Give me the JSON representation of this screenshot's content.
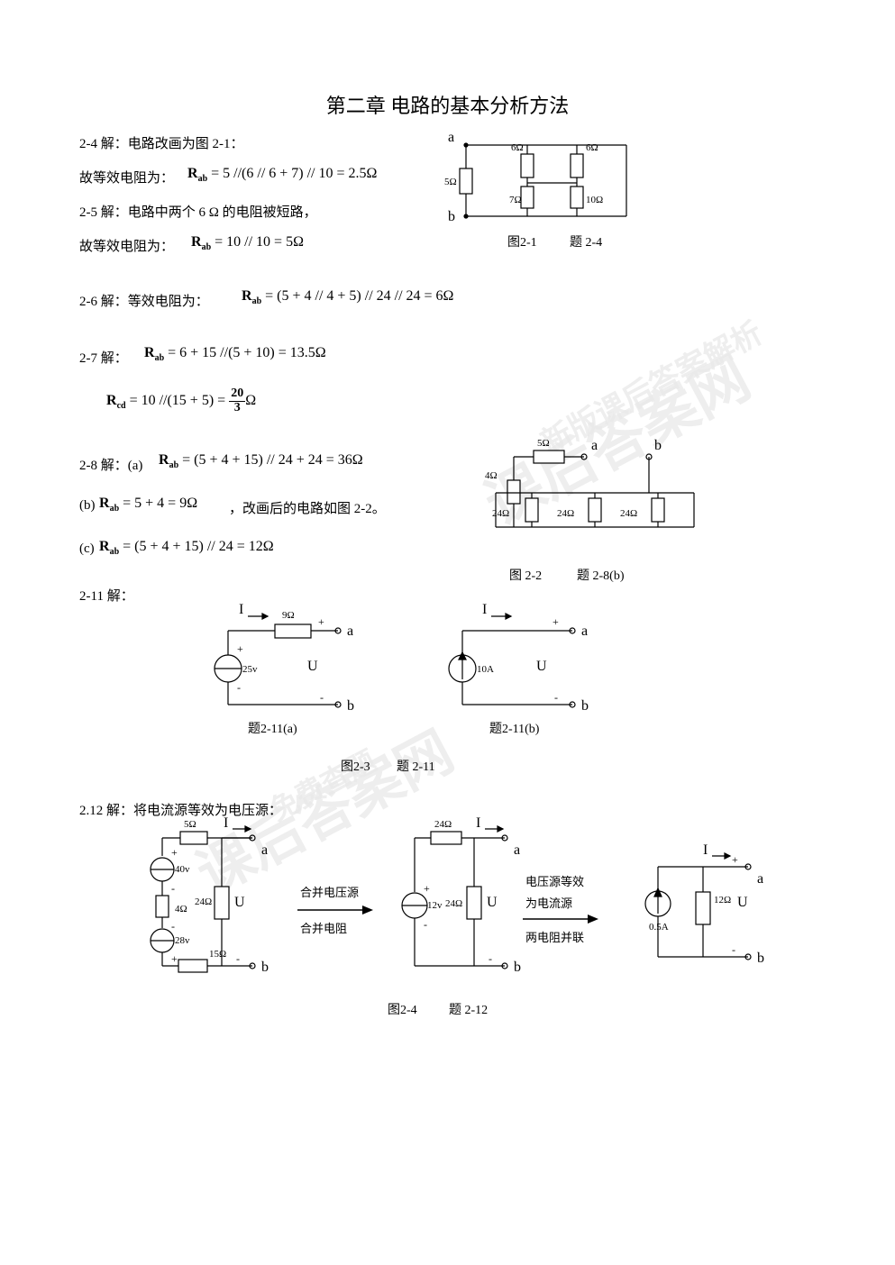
{
  "document": {
    "title": "第二章  电路的基本分析方法",
    "watermarks": [
      "课后答案网",
      "免费查题",
      "新版课后答案解析"
    ]
  },
  "lines": {
    "l24": "2-4 解：电路改画为图 2-1：",
    "l24b_pre": "故等效电阻为：",
    "l24b_math": "R<sub>ab</sub> = 5 //(6 // 6 + 7) // 10 = 2.5Ω",
    "l25": "2-5 解：电路中两个 6 Ω 的电阻被短路，",
    "l25b_pre": "故等效电阻为：",
    "l25b_math": "R<sub>ab</sub> = 10 // 10 = 5Ω",
    "l26_pre": "2-6 解：等效电阻为：",
    "l26_math": "R<sub>ab</sub> = (5 + 4 // 4 + 5) // 24 // 24 = 6Ω",
    "l27_pre": "2-7 解：",
    "l27_math": "R<sub>ab</sub> = 6 + 15 //(5 + 10) = 13.5Ω",
    "l27b_math_pre": "R<sub>cd</sub> = 10 //(15 + 5) =",
    "l27b_num": "20",
    "l27b_den": "3",
    "l27b_unit": "Ω",
    "l28_pre": "2-8 解：(a)",
    "l28_math": "R<sub>ab</sub> = (5 + 4 + 15) // 24 + 24 = 36Ω",
    "l28b_pre": "(b)",
    "l28b_math": "R<sub>ab</sub> = 5 + 4 = 9Ω",
    "l28b_post": "，改画后的电路如图 2-2。",
    "l28c_pre": "(c)",
    "l28c_math": "R<sub>ab</sub> = (5 + 4 + 15) // 24 = 12Ω",
    "l211": "2-11 解：",
    "l212": "2.12 解：将电流源等效为电压源："
  },
  "figures": {
    "fig1": {
      "caption_num": "图2-1",
      "caption_prob": "题 2-4",
      "nodes": {
        "a": "a",
        "b": "b"
      },
      "resistors": [
        "5Ω",
        "6Ω",
        "6Ω",
        "7Ω",
        "10Ω"
      ]
    },
    "fig2": {
      "caption_num": "图 2-2",
      "caption_prob": "题 2-8(b)",
      "nodes": {
        "a": "a",
        "b": "b"
      },
      "resistors": [
        "5Ω",
        "4Ω",
        "24Ω",
        "24Ω",
        "24Ω"
      ]
    },
    "fig3": {
      "caption_num": "图2-3",
      "caption_prob": "题 2-11",
      "sub_a": "题2-11(a)",
      "sub_b": "题2-11(b)",
      "a_labels": {
        "I": "I",
        "R": "9Ω",
        "src": "25v",
        "plus": "+",
        "minus": "-",
        "Uplus": "+",
        "Uminus": "-",
        "U": "U",
        "a": "a",
        "b": "b"
      },
      "b_labels": {
        "I": "I",
        "src": "10A",
        "Uplus": "+",
        "Uminus": "-",
        "U": "U",
        "a": "a",
        "b": "b"
      }
    },
    "fig4": {
      "caption_num": "图2-4",
      "caption_prob": "题 2-12",
      "step1": {
        "R1": "5Ω",
        "V1": "40v",
        "R2": "4Ω",
        "V2": "28v",
        "R3": "15Ω",
        "RL": "24Ω",
        "I": "I",
        "U": "U",
        "a": "a",
        "b": "b",
        "p1": "+",
        "m1": "-",
        "p2": "+",
        "m2": "-"
      },
      "arrow1_top": "合并电压源",
      "arrow1_bottom": "合并电阻",
      "step2": {
        "R": "24Ω",
        "V": "12v",
        "RL": "24Ω",
        "I": "I",
        "U": "U",
        "a": "a",
        "b": "b",
        "p": "+",
        "m": "-"
      },
      "arrow2_l1": "电压源等效",
      "arrow2_l2": "为电流源",
      "arrow2_l3": "两电阻并联",
      "step3": {
        "Is": "0.5A",
        "R": "12Ω",
        "I": "I",
        "U": "U",
        "a": "a",
        "b": "b",
        "p": "+",
        "m": "-"
      }
    }
  }
}
